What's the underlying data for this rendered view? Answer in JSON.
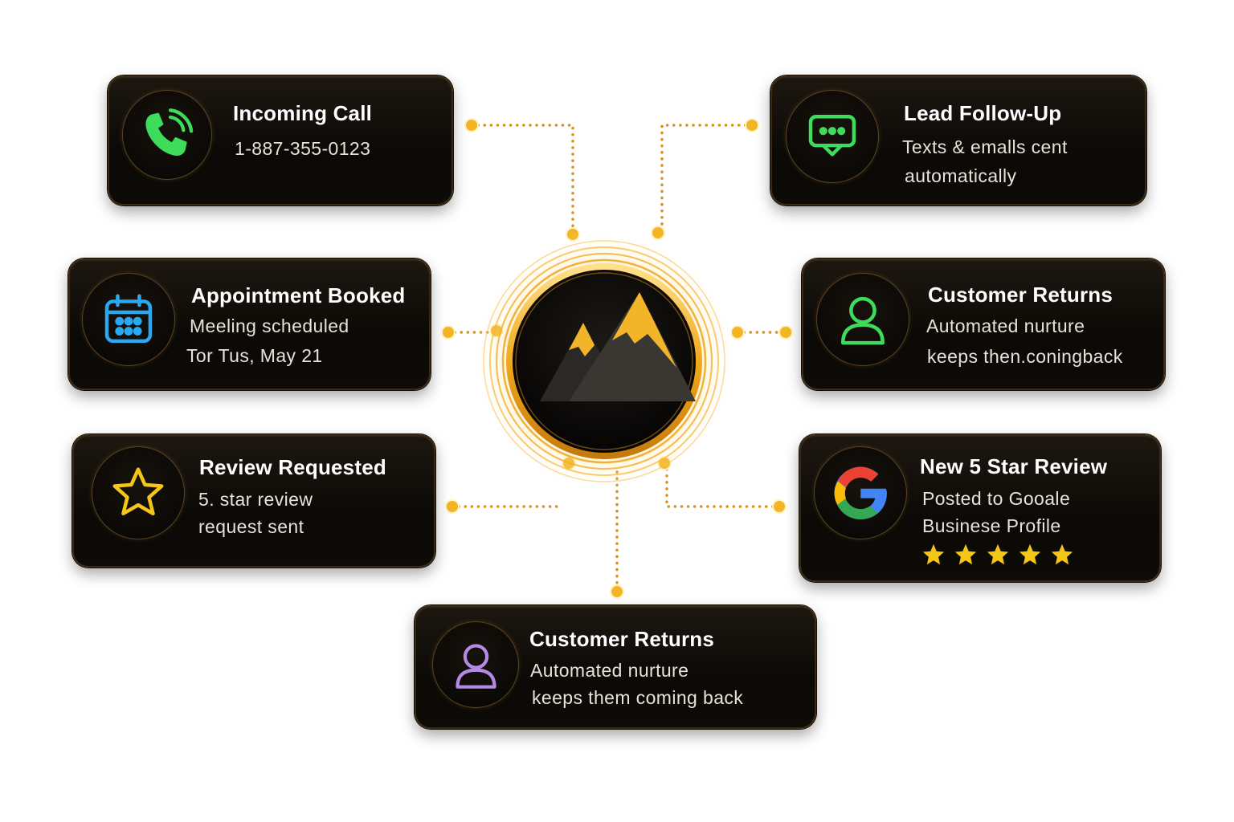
{
  "hub": {
    "icon": "mountain-logo-icon",
    "accent": "#f2b52a"
  },
  "cards": [
    {
      "id": "incoming-call",
      "icon": "phone-icon",
      "icon_color": "#3ddc5a",
      "title": "Incoming Call",
      "lines": [
        "1-887-355-0123"
      ]
    },
    {
      "id": "lead-follow-up",
      "icon": "chat-icon",
      "icon_color": "#3ddc5a",
      "title": "Lead Follow-Up",
      "lines": [
        "Texts & emalls cent",
        "automatically"
      ]
    },
    {
      "id": "appointment-booked",
      "icon": "calendar-icon",
      "icon_color": "#2aa8f0",
      "title": "Appointment Booked",
      "lines": [
        "Meeling scheduled",
        "Tor Tus, May 21"
      ]
    },
    {
      "id": "customer-returns-right",
      "icon": "user-icon",
      "icon_color": "#3ddc5a",
      "title": "Customer Returns",
      "lines": [
        "Automated nurture",
        "keeps then.coningback"
      ]
    },
    {
      "id": "review-requested",
      "icon": "star-icon",
      "icon_color": "#f5c518",
      "title": "Review Requested",
      "lines": [
        "5. star review",
        "request sent"
      ]
    },
    {
      "id": "new-5-star-review",
      "icon": "google-icon",
      "icon_color": "#4285f4",
      "title": "New 5 Star Review",
      "lines": [
        "Posted to Gooale",
        "Businese Profile"
      ],
      "rating": 5,
      "rating_color": "#f5c518"
    },
    {
      "id": "customer-returns-bottom",
      "icon": "user-icon",
      "icon_color": "#b58ae6",
      "title": "Customer Returns",
      "lines": [
        "Automated nurture",
        "keeps them coming back"
      ]
    }
  ],
  "colors": {
    "connector": "#d9921a",
    "node": "#f3b526",
    "card_border": "#3a2a14"
  }
}
